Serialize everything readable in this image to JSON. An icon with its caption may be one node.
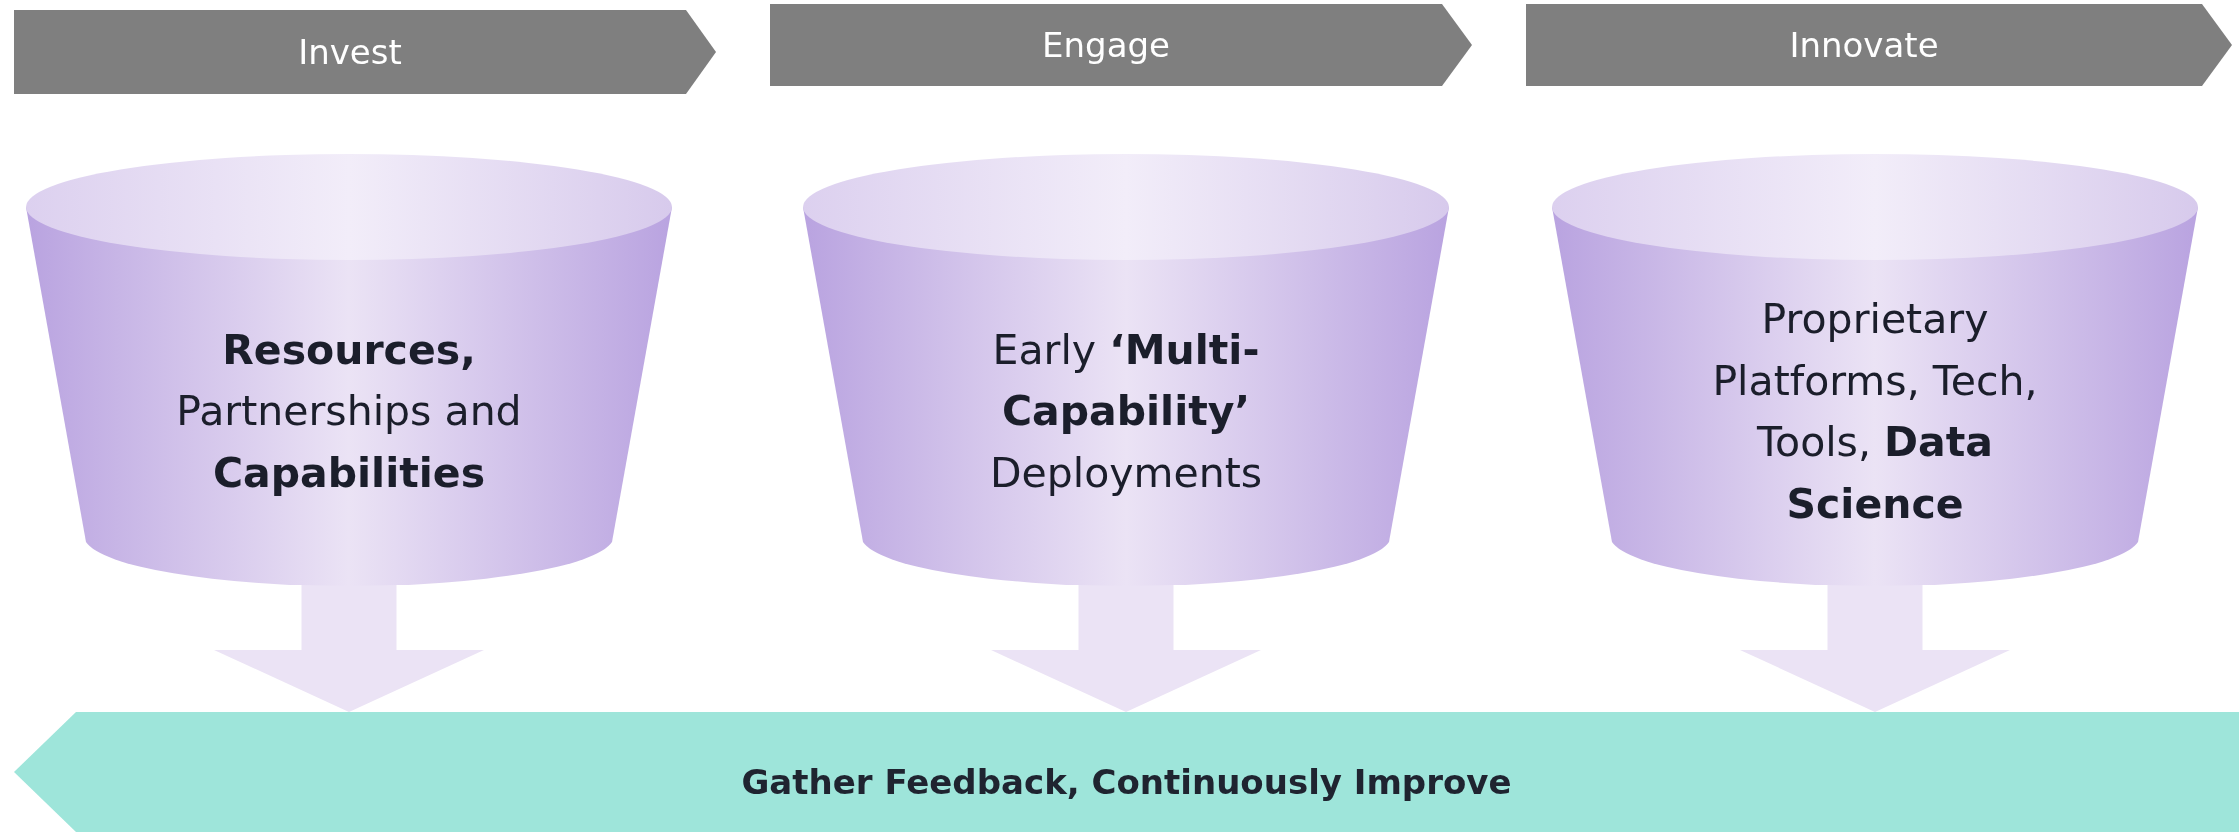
{
  "diagram": {
    "nodes": [
      {
        "text": [
          "Invest"
        ]
      },
      {
        "text": [
          "Engage"
        ]
      },
      {
        "text": [
          "Innovate"
        ]
      },
      {
        "text": [
          "**Resources,** Partnerships and **Capabilities**"
        ]
      },
      {
        "text": [
          "Early **‘Multi-Capability’** Deployments"
        ]
      },
      {
        "text": [
          "Proprietary Platforms, Tech, Tools, **Data Science**"
        ]
      },
      {
        "text": [
          "Gather Feedback, Continuously Improve"
        ]
      }
    ],
    "edges": [
      {
        "from": 3,
        "to": 6,
        "arrow": "to"
      },
      {
        "from": 4,
        "to": 6,
        "arrow": "to"
      },
      {
        "from": 5,
        "to": 6,
        "arrow": "to"
      }
    ]
  }
}
